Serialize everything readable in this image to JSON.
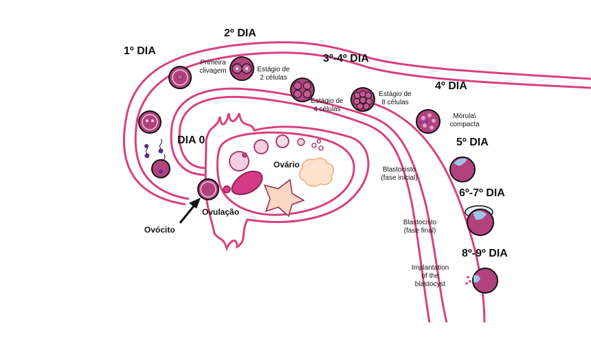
{
  "labels": {
    "day1": "1º DIA",
    "day2": "2º DIA",
    "day34": "3º-4º DIA",
    "day4": "4º DIA",
    "day5": "5º DIA",
    "day67": "6º-7º DIA",
    "day89": "8º-9º DIA",
    "day0": "DIA 0",
    "primeira_clivagem_1": "Primeira",
    "primeira_clivagem_2": "clivagem",
    "estagio2_1": "Estágio de",
    "estagio2_2": "2 células",
    "estagio4_1": "Estágio de",
    "estagio4_2": "4 células",
    "estagio8_1": "Estágio de",
    "estagio8_2": "8 células",
    "morula_1": "Mórula\\",
    "morula_2": "compacta",
    "blast_ini_1": "Blastocisto",
    "blast_ini_2": "(fase inicial)",
    "blast_fin_1": "Blastocisto",
    "blast_fin_2": "(fase final)",
    "implant_1": "Implantation",
    "implant_2": "of the",
    "implant_3": "blastocyst",
    "ovario": "Ovário",
    "ovulacao": "Ovulação",
    "ovocito": "Ovócito"
  },
  "colors": {
    "tube": "#d8407f",
    "cell_fill": "#b2427e",
    "cell_ring": "#f2c9dc",
    "ovary_pink": "#e7a5c5",
    "follicle_magenta": "#d63a86",
    "corpus_peach": "#fbd6c4",
    "accent_blue": "#9ec4e6"
  }
}
